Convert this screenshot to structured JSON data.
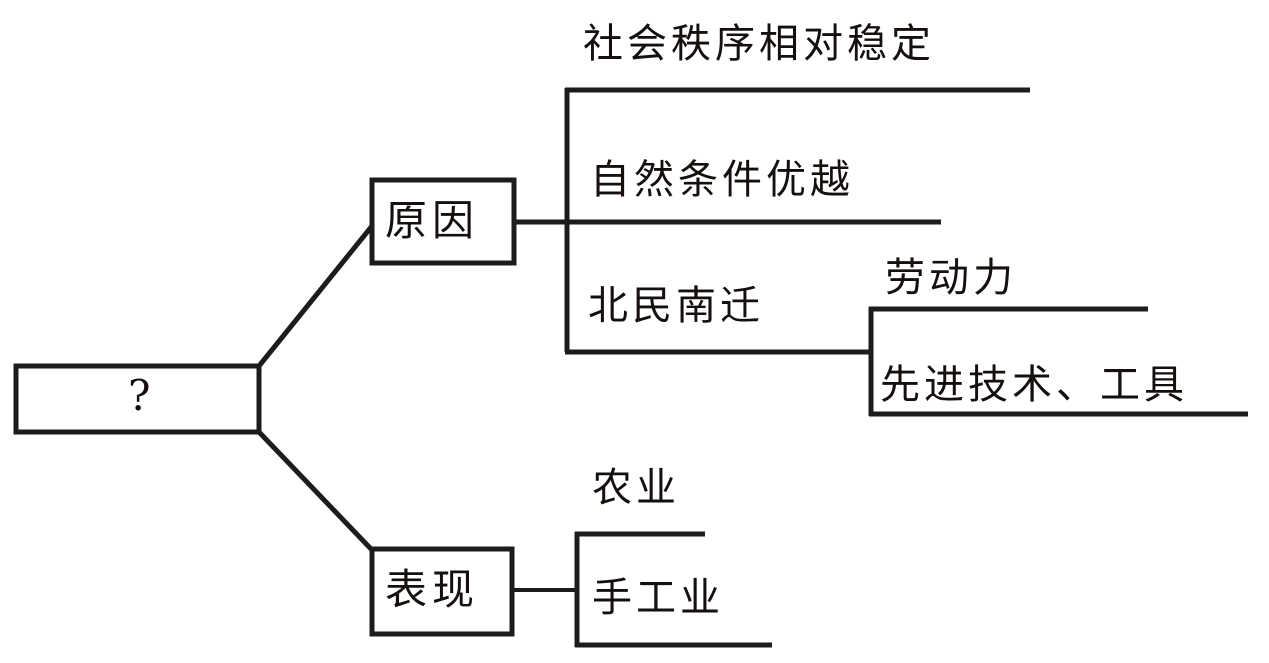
{
  "diagram": {
    "type": "mind-map-bracket",
    "background_color": "#ffffff",
    "line_color": "#1c1c1c",
    "text_color": "#15100e",
    "root": {
      "label": "?",
      "box": true
    },
    "branches": [
      {
        "id": "cause",
        "label": "原因",
        "box": true,
        "children": [
          {
            "id": "social-order",
            "label": "社会秩序相对稳定",
            "children": []
          },
          {
            "id": "natural-conditions",
            "label": "自然条件优越",
            "children": []
          },
          {
            "id": "migration",
            "label": "北民南迁",
            "children": [
              {
                "id": "labor",
                "label": "劳动力"
              },
              {
                "id": "technology",
                "label": "先进技术、工具"
              }
            ]
          }
        ]
      },
      {
        "id": "manifestation",
        "label": "表现",
        "box": true,
        "children": [
          {
            "id": "agriculture",
            "label": "农业",
            "children": []
          },
          {
            "id": "handicraft",
            "label": "手工业",
            "children": []
          }
        ]
      }
    ]
  }
}
